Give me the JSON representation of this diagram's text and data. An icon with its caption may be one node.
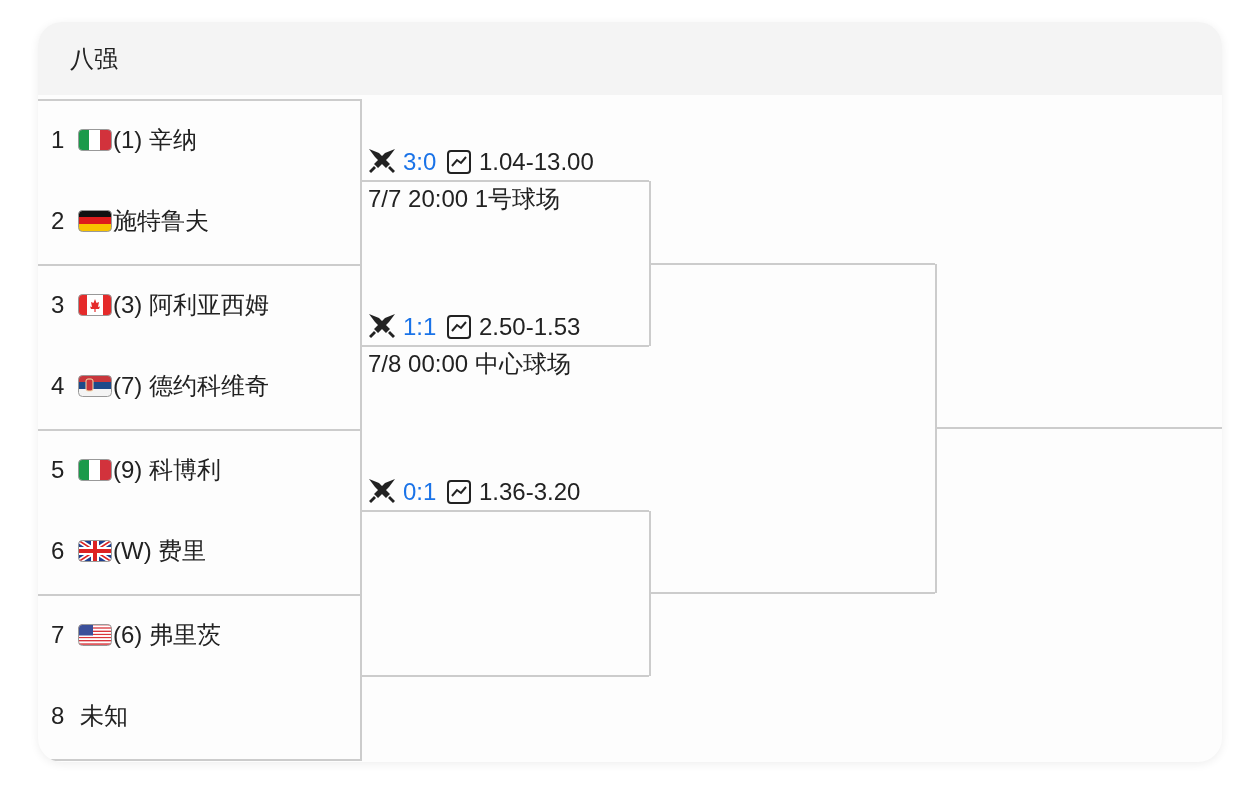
{
  "diagram": {
    "nodes": [
      {
        "text": [
          "八强"
        ]
      },
      {
        "text": [
          "1",
          "(1) 辛纳",
          "2",
          "施特鲁夫"
        ],
        "in": 0
      },
      {
        "text": [
          "3",
          "(3) 阿利亚西姆",
          "4",
          "(7) 德约科维奇"
        ],
        "in": 0
      },
      {
        "text": [
          "5",
          "(9) 科博利",
          "6",
          "(W) 费里"
        ],
        "in": 0
      },
      {
        "text": [
          "7",
          "(6) 弗里茨",
          "8",
          "未知"
        ],
        "in": 0
      },
      {
        "text": [],
        "shape": "bar",
        "in": 0
      },
      {
        "text": [],
        "shape": "bar",
        "in": 0
      },
      {
        "text": [],
        "shape": "bar",
        "in": 0
      }
    ],
    "edges": [
      {
        "from": 1,
        "to": 5,
        "arrow": "none",
        "label": "3:0"
      },
      {
        "from": 2,
        "to": 5,
        "arrow": "none",
        "label": "1:1"
      },
      {
        "from": 3,
        "to": 6,
        "arrow": "none",
        "label": "0:1"
      },
      {
        "from": 4,
        "to": 6,
        "arrow": "none"
      },
      {
        "from": 5,
        "to": 7,
        "arrow": "none"
      },
      {
        "from": 6,
        "to": 7,
        "arrow": "none"
      },
      {
        "from": 7,
        "to": null,
        "arrow": "none"
      }
    ],
    "labels": [
      "1.04-13.00",
      "7/7 20:00 1号球场",
      "2.50-1.53",
      "7/8 00:00 中心球场",
      "1.36-3.20"
    ]
  }
}
